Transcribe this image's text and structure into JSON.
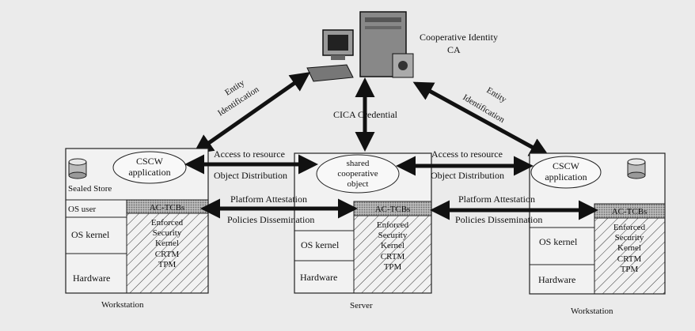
{
  "ca": {
    "line1": "Cooperative Identity",
    "line2": "CA"
  },
  "edges": {
    "entity_left": [
      "Entity",
      "Identification"
    ],
    "entity_right": [
      "Entity",
      "Identification"
    ],
    "cica": "CICA Credential",
    "access_left": "Access to resource",
    "object_left": "Object Distribution",
    "access_right": "Access to resource",
    "object_right": "Object Distribution",
    "platform_left": "Platform Attestation",
    "policies_left": "Policies Dissemination",
    "platform_right": "Platform Attestation",
    "policies_right": "Policies Dissemination"
  },
  "left_ws": {
    "app": [
      "CSCW",
      "application"
    ],
    "sealed_store": "Sealed Store",
    "os_user": "OS user",
    "tcb": "AC-TCBs",
    "kernel_lines": [
      "Enforced",
      "Security",
      "Kernel"
    ],
    "crtm": "CRTM",
    "tpm": "TPM",
    "os_kernel": "OS kernel",
    "hardware": "Hardware",
    "caption": "Workstation"
  },
  "server": {
    "object": [
      "shared",
      "cooperative",
      "object"
    ],
    "tcb": "AC-TCBs",
    "kernel_lines": [
      "Enforced",
      "Security",
      "Kernel"
    ],
    "crtm": "CRTM",
    "tpm": "TPM",
    "os_kernel": "OS kernel",
    "hardware": "Hardware",
    "caption": "Server"
  },
  "right_ws": {
    "app": [
      "CSCW",
      "application"
    ],
    "tcb": "AC-TCBs",
    "kernel_lines": [
      "Enforced",
      "Security",
      "Kernel"
    ],
    "crtm": "CRTM",
    "tpm": "TPM",
    "os_kernel": "OS kernel",
    "hardware": "Hardware",
    "caption": "Workstation"
  }
}
